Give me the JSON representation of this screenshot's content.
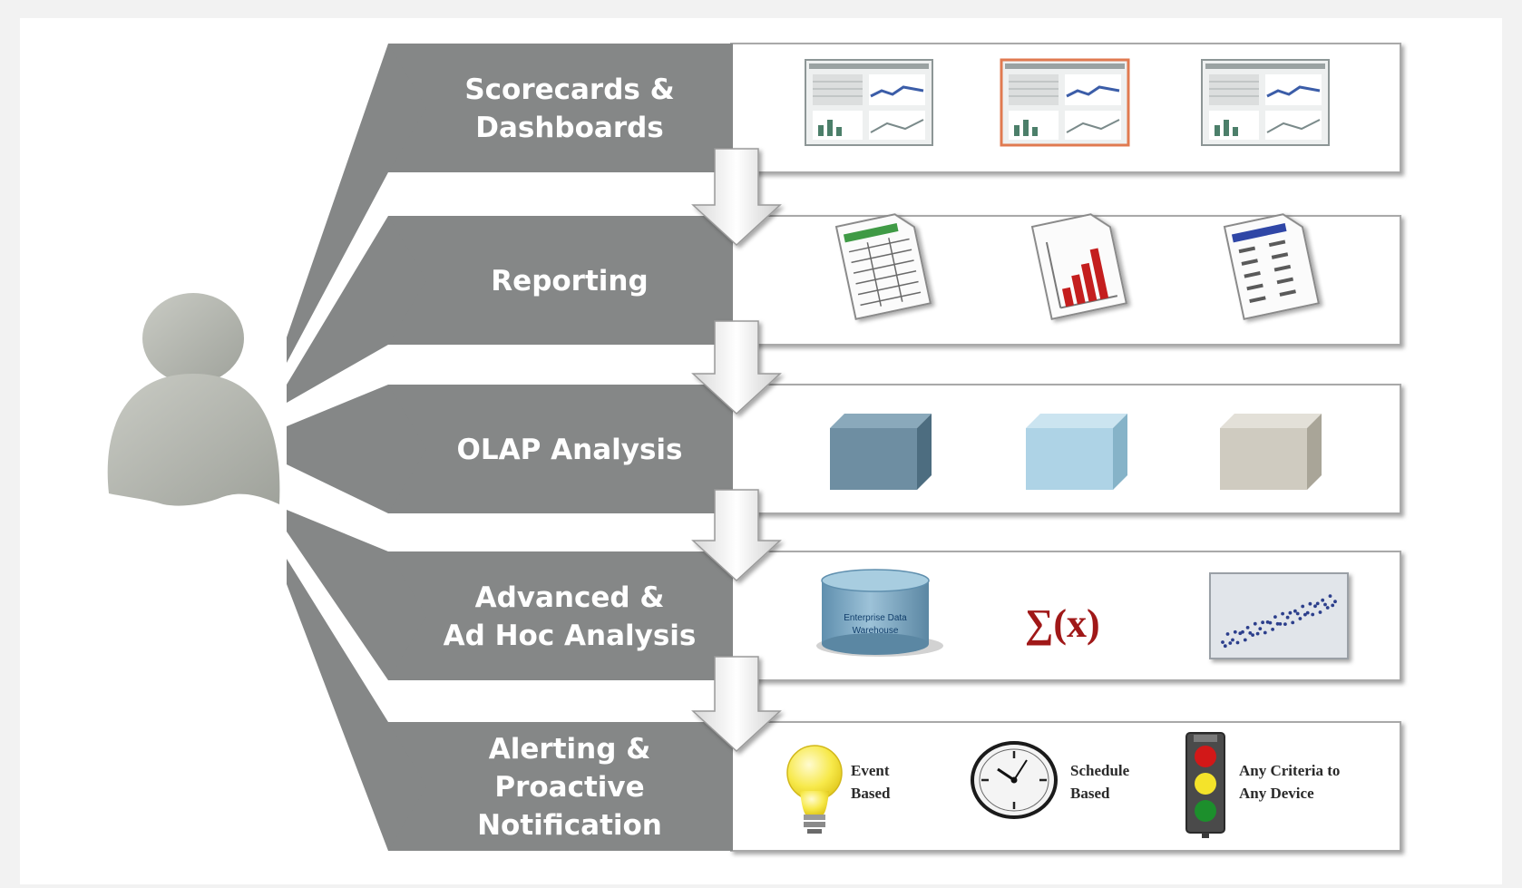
{
  "layers": [
    {
      "id": "scorecards",
      "lines": [
        "Scorecards &",
        "Dashboards"
      ]
    },
    {
      "id": "reporting",
      "lines": [
        "Reporting"
      ]
    },
    {
      "id": "olap",
      "lines": [
        "OLAP Analysis"
      ]
    },
    {
      "id": "advanced",
      "lines": [
        "Advanced &",
        "Ad Hoc Analysis"
      ]
    },
    {
      "id": "alerting",
      "lines": [
        "Alerting &",
        "Proactive",
        "Notification"
      ]
    }
  ],
  "advanced_icons": {
    "warehouse_label": [
      "Enterprise Data",
      "Warehouse"
    ],
    "formula": "∑(x)"
  },
  "alerting_icons": [
    {
      "icon": "lightbulb-icon",
      "lines": [
        "Event",
        "Based"
      ]
    },
    {
      "icon": "clock-icon",
      "lines": [
        "Schedule",
        "Based"
      ]
    },
    {
      "icon": "traffic-light-icon",
      "lines": [
        "Any Criteria to",
        "Any Device"
      ]
    }
  ],
  "colors": {
    "band": "#858787",
    "band_dark": "#6f7272",
    "panel_border": "#a9a9a9",
    "person": "#b8bab3",
    "highlight": "#e07a50",
    "cube_dark": "#6e8ea2",
    "cube_light": "#aed3e6",
    "cube_beige": "#cfcbc0",
    "sigma": "#a01818"
  }
}
